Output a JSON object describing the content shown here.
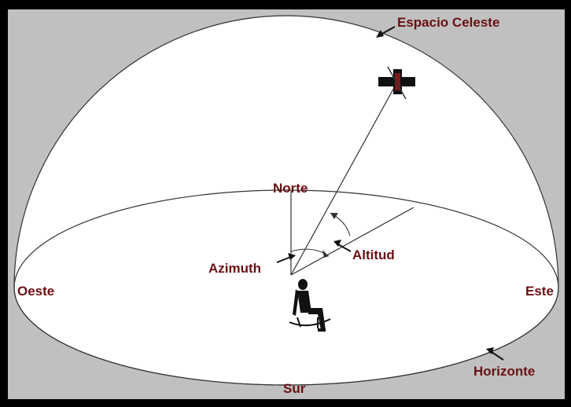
{
  "labels": {
    "celestial_sphere": "Espacio Celeste",
    "north": "Norte",
    "azimuth": "Azimuth",
    "altitude": "Altitud",
    "west": "Oeste",
    "east": "Este",
    "horizon": "Horizonte",
    "south": "Sur"
  },
  "colors": {
    "background": "#c0c0c0",
    "dome": "#ffffff",
    "label_text": "#6b0f12",
    "lines": "#333333",
    "frame_border": "#000000"
  },
  "icons": {
    "satellite": "satellite-icon",
    "observer": "person-in-rocking-chair-icon"
  }
}
